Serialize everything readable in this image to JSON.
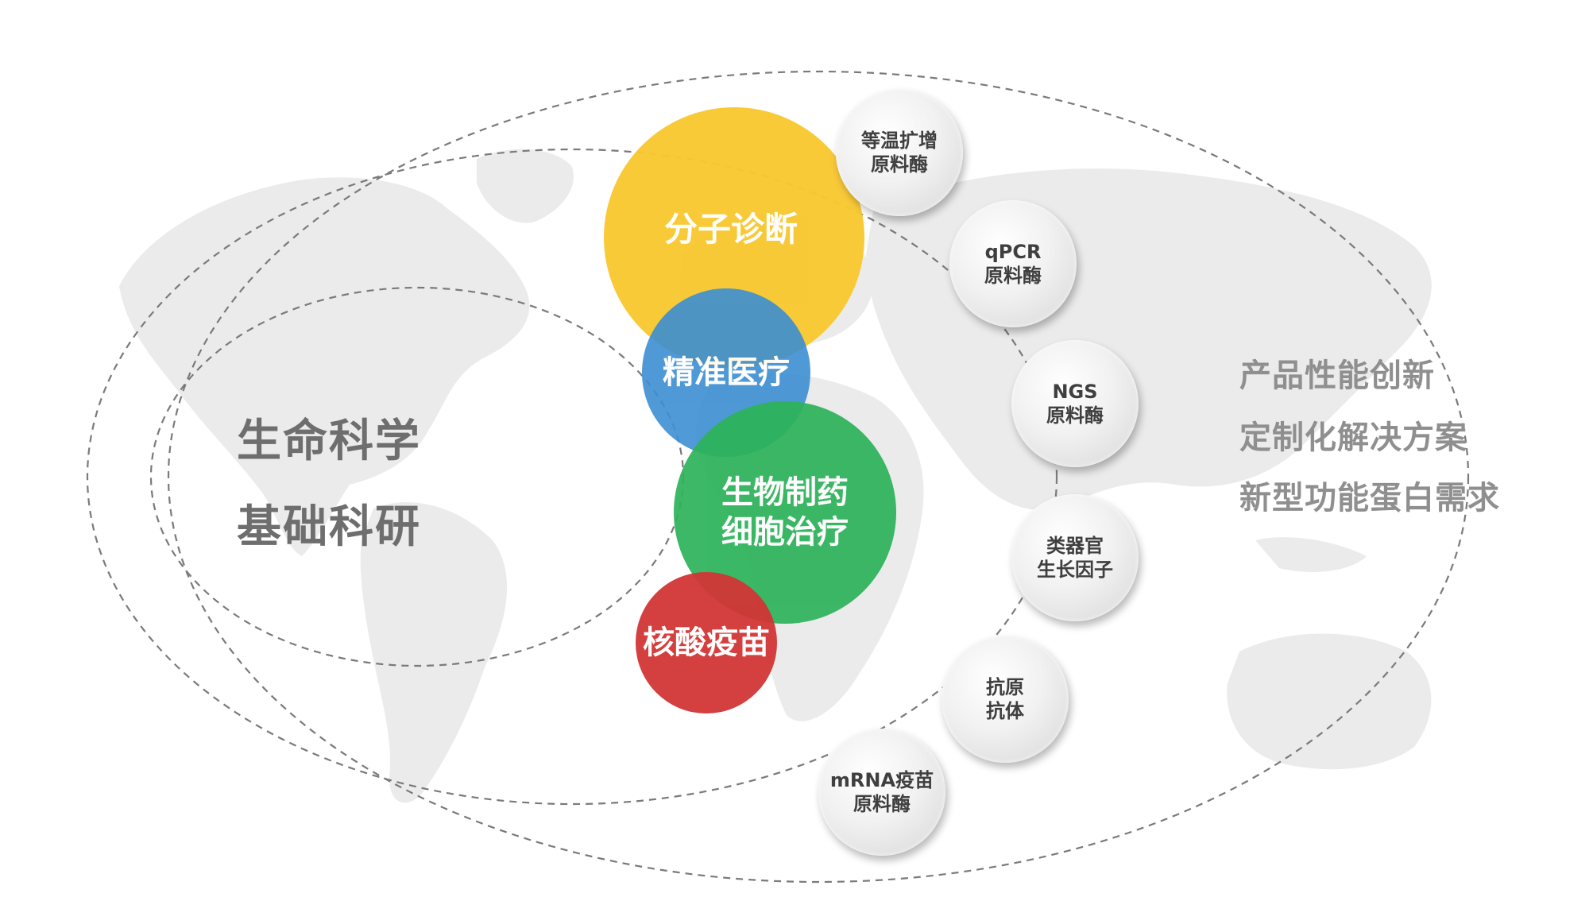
{
  "left_labels": [
    "生命科学",
    "基础科研"
  ],
  "core_circles": [
    {
      "lines": [
        "分子诊断"
      ],
      "color": "#F9C830"
    },
    {
      "lines": [
        "精准医疗"
      ],
      "color": "#3C8FD3"
    },
    {
      "lines": [
        "生物制药",
        "细胞治疗"
      ],
      "color": "#2DB35A"
    },
    {
      "lines": [
        "核酸疫苗"
      ],
      "color": "#D23535"
    }
  ],
  "product_circles": [
    {
      "lines": [
        "等温扩增",
        "原料酶"
      ]
    },
    {
      "lines": [
        "qPCR",
        "原料酶"
      ]
    },
    {
      "lines": [
        "NGS",
        "原料酶"
      ]
    },
    {
      "lines": [
        "类器官",
        "生长因子"
      ]
    },
    {
      "lines": [
        "抗原",
        "抗体"
      ]
    },
    {
      "lines": [
        "mRNA疫苗",
        "原料酶"
      ]
    }
  ],
  "right_labels": [
    "产品性能创新",
    "定制化解决方案",
    "新型功能蛋白需求"
  ]
}
